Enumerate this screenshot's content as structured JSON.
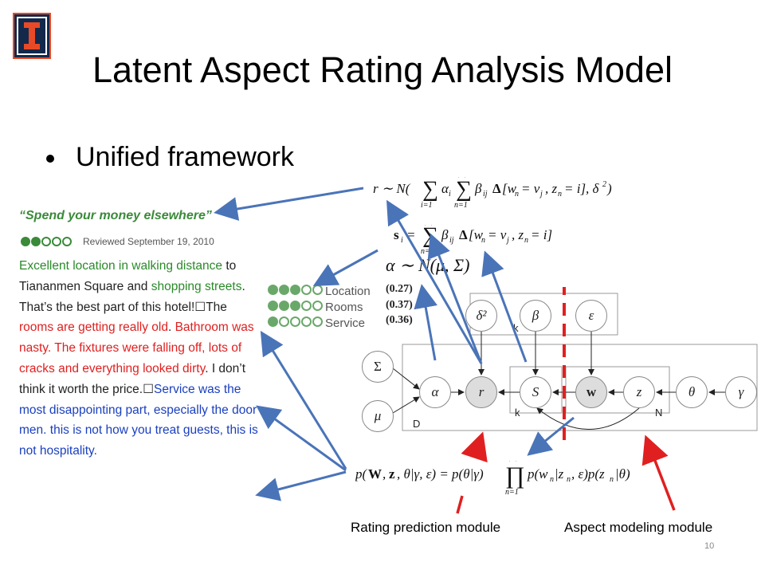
{
  "slide": {
    "title": "Latent Aspect Rating Analysis Model",
    "bullet": "Unified framework",
    "page_number": "10"
  },
  "review": {
    "title": "“Spend your money elsewhere”",
    "rating_bubbles": 2,
    "date": "Reviewed September 19, 2010",
    "segments": [
      {
        "text": "Excellent location in walking distance",
        "color": "green"
      },
      {
        "text": " to Tiananmen Square and ",
        "color": "black"
      },
      {
        "text": "shopping streets",
        "color": "green"
      },
      {
        "text": ". That’s the best part of this hotel!",
        "color": "black"
      },
      {
        "text": "☐",
        "color": "black"
      },
      {
        "text": "The ",
        "color": "black"
      },
      {
        "text": "rooms are getting really old",
        "color": "red"
      },
      {
        "text": ". ",
        "color": "black"
      },
      {
        "text": "Bathroom was nasty. The fixtures were falling off, lots of cracks and everything looked dirty",
        "color": "red"
      },
      {
        "text": ". I don’t think it worth the price.",
        "color": "black"
      },
      {
        "text": "☐",
        "color": "black"
      },
      {
        "text": "Service was the most disappointing part, especially the door men. this is not how you treat guests, this is not hospitality.",
        "color": "blue"
      }
    ]
  },
  "aspects": [
    {
      "label": "Location",
      "bubbles": 3,
      "weight": "(0.27)"
    },
    {
      "label": "Rooms",
      "bubbles": 3,
      "weight": "(0.37)"
    },
    {
      "label": "Service",
      "bubbles": 1,
      "weight": "(0.36)"
    }
  ],
  "equations": {
    "rating": "r ~ N( Σ_{i=1}^{k} α_i Σ_{n=1}^{|d|} β_ij Δ[w_n = v_j, z_n = i], δ²)",
    "aspect_score": "s_i = Σ_{n=1}^{|d|} β_ij Δ[w_n = v_j, z_n = i]",
    "alpha": "α ~ N(μ, Σ)",
    "joint": "p(W, z, θ | γ, ε) = p(θ|γ) Π_{n=1}^{|d|} p(w_n|z_n, ε) p(z_n|θ)"
  },
  "graphical_model": {
    "nodes": [
      "δ²",
      "β",
      "ε",
      "Σ",
      "μ",
      "α",
      "r",
      "S",
      "w",
      "z",
      "θ",
      "γ"
    ],
    "plate_labels": {
      "k_top": "k",
      "k_inner": "k",
      "D": "D",
      "N": "N"
    }
  },
  "module_labels": {
    "rating": "Rating prediction module",
    "aspect": "Aspect modeling module"
  },
  "colors": {
    "arrow_blue": "#4a74b8",
    "arrow_red": "#e02020",
    "logo_navy": "#13294b",
    "logo_orange": "#e84a27"
  }
}
